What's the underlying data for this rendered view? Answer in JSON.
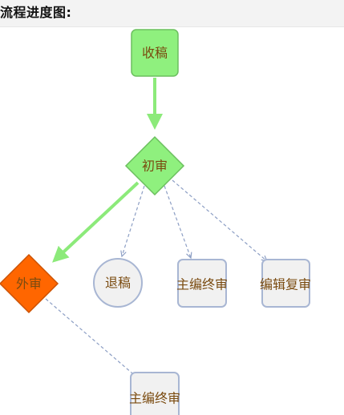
{
  "header": {
    "title": "流程进度图:"
  },
  "colors": {
    "active_fill": "#8ff07e",
    "active_stroke": "#6bbf5e",
    "active_edge": "#8cea7a",
    "current_fill": "#ff6600",
    "current_stroke": "#cc5200",
    "pending_fill": "#f1f1f1",
    "pending_stroke": "#a8b6d3",
    "pending_edge": "#8c9ec4",
    "label": "#7a4b10"
  },
  "flow": {
    "nodes": {
      "receive": {
        "label": "收稿",
        "shape": "rounded-rect",
        "state": "completed"
      },
      "first_review": {
        "label": "初审",
        "shape": "diamond",
        "state": "completed"
      },
      "external_review": {
        "label": "外审",
        "shape": "diamond",
        "state": "current"
      },
      "reject": {
        "label": "退稿",
        "shape": "circle",
        "state": "pending"
      },
      "final_review_1": {
        "label": "主编终审",
        "shape": "rounded-rect",
        "state": "pending"
      },
      "editor_recheck": {
        "label": "编辑复审",
        "shape": "rounded-rect",
        "state": "pending"
      },
      "final_review_2": {
        "label": "主编终审",
        "shape": "rounded-rect",
        "state": "pending"
      }
    },
    "edges": [
      {
        "from": "收稿",
        "to": "初审",
        "style": "solid"
      },
      {
        "from": "初审",
        "to": "外审",
        "style": "solid"
      },
      {
        "from": "初审",
        "to": "退稿",
        "style": "dashed"
      },
      {
        "from": "初审",
        "to": "主编终审",
        "style": "dashed"
      },
      {
        "from": "初审",
        "to": "编辑复审",
        "style": "dashed"
      },
      {
        "from": "外审",
        "to": "主编终审",
        "style": "dashed"
      }
    ]
  }
}
